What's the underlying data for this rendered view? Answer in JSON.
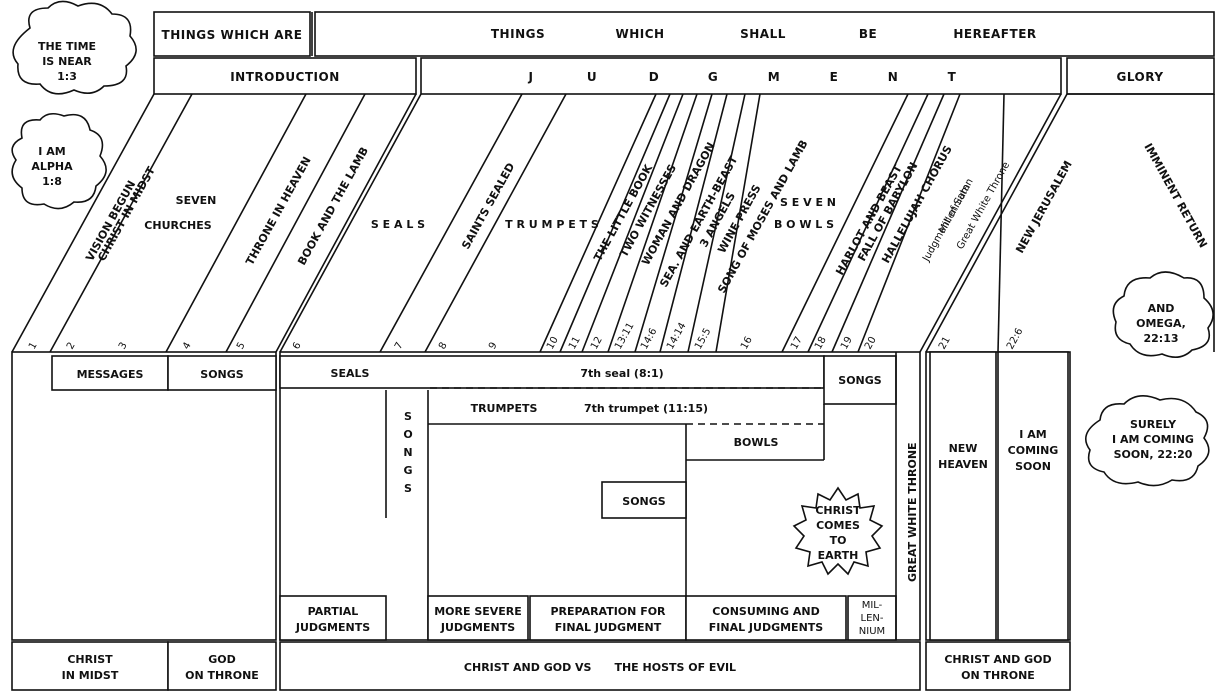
{
  "header": {
    "things_which_are": "THINGS WHICH ARE",
    "hereafter_words": [
      "THINGS",
      "WHICH",
      "SHALL",
      "BE",
      "HEREAFTER"
    ],
    "introduction": "INTRODUCTION",
    "judgment_letters": [
      "J",
      "U",
      "D",
      "G",
      "M",
      "E",
      "N",
      "T"
    ],
    "glory": "GLORY"
  },
  "clouds": [
    {
      "lines": [
        "THE TIME",
        "IS NEAR",
        "1:3"
      ]
    },
    {
      "lines": [
        "I AM",
        "ALPHA",
        "1:8"
      ]
    },
    {
      "lines": [
        "AND",
        "OMEGA,",
        "22:13"
      ]
    },
    {
      "lines": [
        "SURELY",
        "I AM COMING",
        "SOON, 22:20"
      ]
    }
  ],
  "slanted": {
    "vision_begun": "VISION BEGUN",
    "christ_in_midst": "CHRIST IN MIDST",
    "seven": "SEVEN",
    "churches": "CHURCHES",
    "throne_in_heaven": "THRONE IN HEAVEN",
    "book_and_lamb": "BOOK AND THE LAMB",
    "seals": "S E A L S",
    "saints_sealed": "SAINTS SEALED",
    "trumpets": "T R U M P E T S",
    "little_book": "THE LITTLE BOOK",
    "two_witnesses": "TWO WITNESSES",
    "woman_dragon": "WOMAN AND DRAGON",
    "sea_earth_beast": "SEA. AND EARTH-BEAST",
    "three_angels": "3 ANGELS",
    "wine_press": "WINE PRESS",
    "song_moses": "SONG OF MOSES AND LAMB",
    "seven_b": "S E V E N",
    "bowls_b": "B O W L S",
    "harlot_beast": "HARLOT AND BEAST",
    "fall_babylon": "FALL OF BABYLON",
    "hallelujah": "HALLELUJAH CHORUS",
    "judgment_satan": "Judgment of Satan",
    "millennium": "Millennium",
    "great_white_throne_s": "Great White Throne",
    "new_jerusalem": "NEW JERUSALEM",
    "imminent_return": "IMMINENT RETURN"
  },
  "chapters": [
    "1",
    "2",
    "3",
    "4",
    "5",
    "6",
    "7",
    "8",
    "9",
    "10",
    "11",
    "12",
    "13:11",
    "14:6",
    "14:14",
    "15:5",
    "16",
    "17",
    "18",
    "19",
    "20",
    "21",
    "22:6"
  ],
  "lower": {
    "messages": "MESSAGES",
    "songs_left": "SONGS",
    "seals": "SEALS",
    "seventh_seal": "7th seal (8:1)",
    "songs_top_right": "SONGS",
    "songs_vertical": "S O N G S",
    "trumpets": "TRUMPETS",
    "seventh_trumpet": "7th trumpet (11:15)",
    "bowls": "BOWLS",
    "songs_mid": "SONGS",
    "christ_comes": [
      "CHRIST",
      "COMES",
      "TO",
      "EARTH"
    ],
    "great_white_throne": "GREAT WHITE THRONE",
    "new_heaven": [
      "NEW",
      "HEAVEN"
    ],
    "coming_soon": [
      "I AM",
      "COMING",
      "SOON"
    ],
    "partial_judgments": [
      "PARTIAL",
      "JUDGMENTS"
    ],
    "more_severe": [
      "MORE SEVERE",
      "JUDGMENTS"
    ],
    "preparation": [
      "PREPARATION FOR",
      "FINAL JUDGMENT"
    ],
    "consuming": [
      "CONSUMING AND",
      "FINAL JUDGMENTS"
    ],
    "millenium": [
      "MIL-",
      "LEN-",
      "NIUM"
    ],
    "christ_in_midst": [
      "CHRIST",
      "IN MIDST"
    ],
    "god_on_throne": [
      "GOD",
      "ON THRONE"
    ],
    "christ_god_vs": "CHRIST AND GOD VS      THE HOSTS OF EVIL",
    "christ_god_throne": [
      "CHRIST AND GOD",
      "ON THRONE"
    ]
  }
}
